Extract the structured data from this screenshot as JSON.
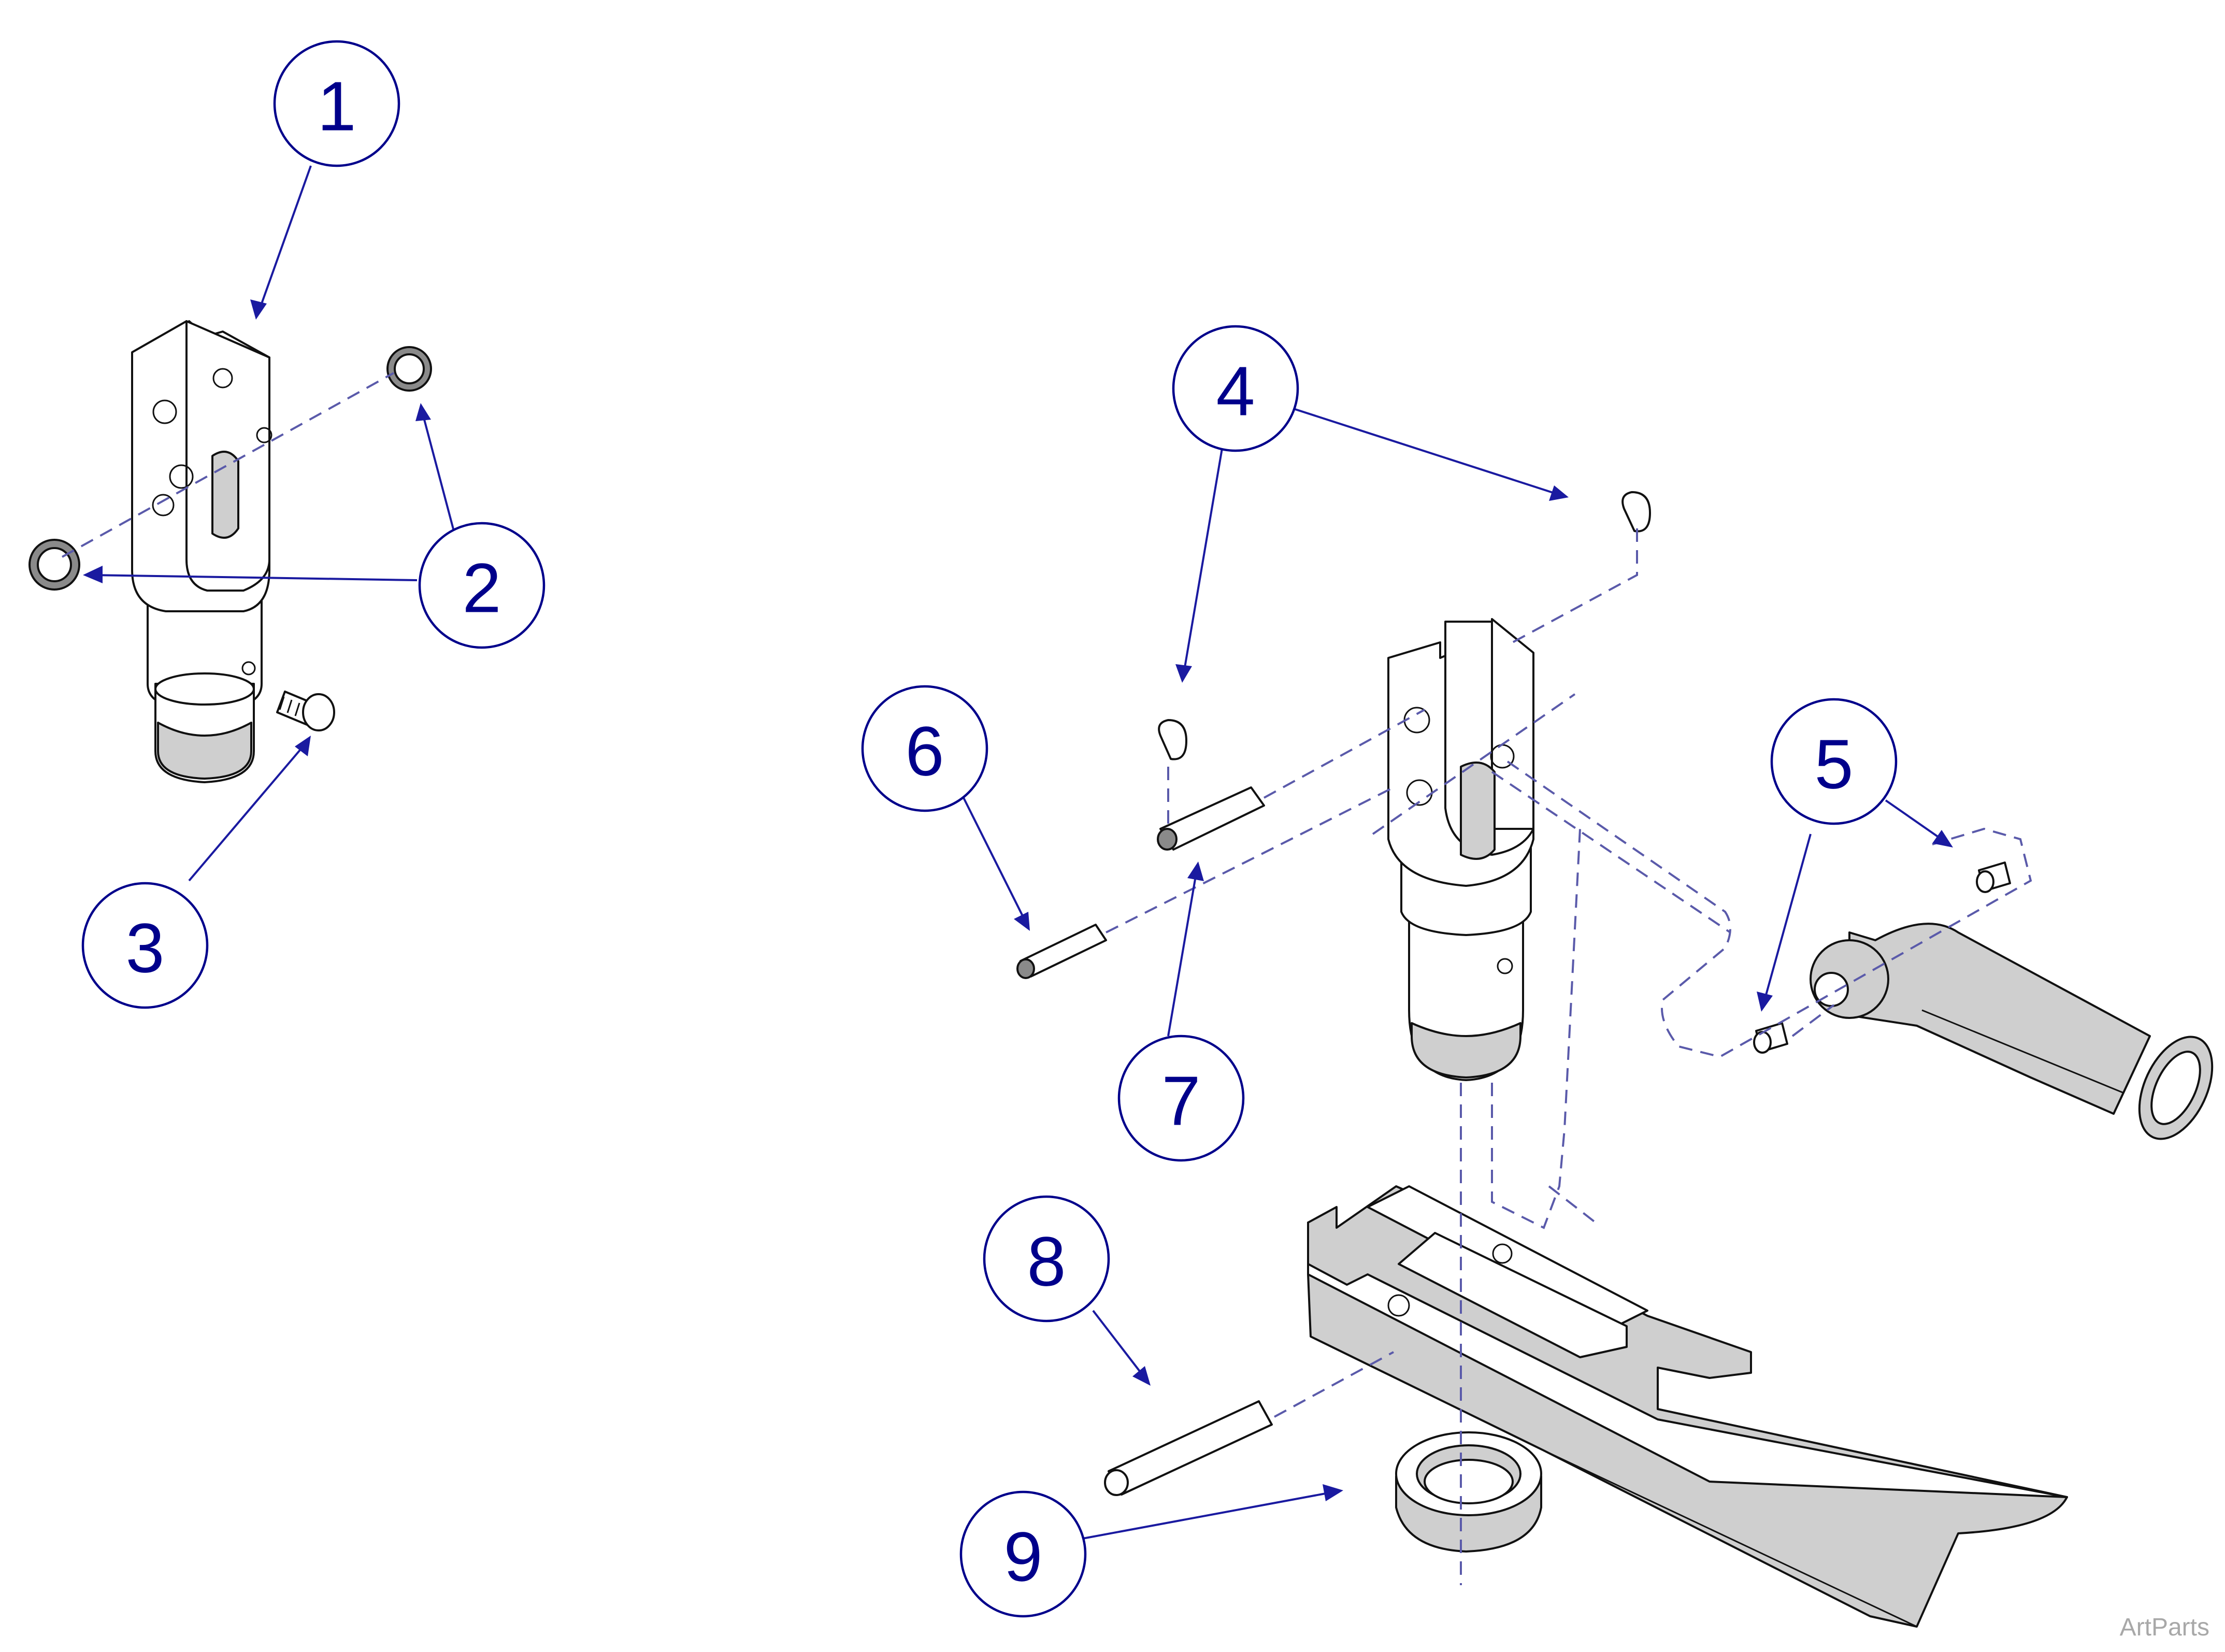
{
  "colors": {
    "callout": "#00008b",
    "leader": "#1a1aa0",
    "dash": "#5a5aaa",
    "part_fill": "#cfcfcf"
  },
  "callouts": [
    {
      "id": "1",
      "label": "1"
    },
    {
      "id": "2",
      "label": "2"
    },
    {
      "id": "3",
      "label": "3"
    },
    {
      "id": "4",
      "label": "4"
    },
    {
      "id": "5",
      "label": "5"
    },
    {
      "id": "6",
      "label": "6"
    },
    {
      "id": "7",
      "label": "7"
    },
    {
      "id": "8",
      "label": "8"
    },
    {
      "id": "9",
      "label": "9"
    }
  ],
  "watermark": "ArtParts"
}
